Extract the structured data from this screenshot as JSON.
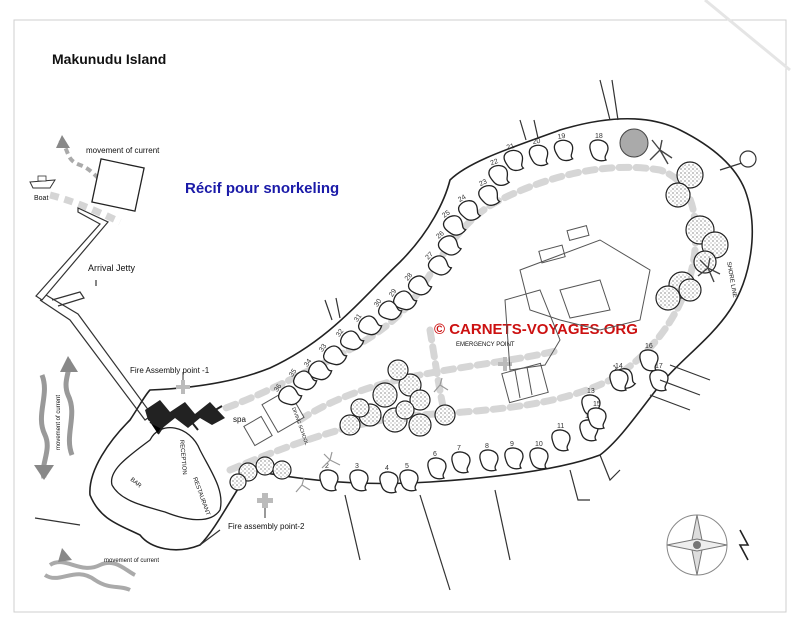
{
  "title": "Makunudu Island",
  "overlay_title": "Récif pour snorkeling",
  "watermark": "© CARNETS-VOYAGES.ORG",
  "labels": {
    "movement_top": "movement of current",
    "boat": "Boat",
    "arrival_jetty": "Arrival Jetty",
    "fire_1": "Fire Assembly point -1",
    "fire_2": "Fire assembly point-2",
    "spa": "spa",
    "emergency": "EMERGENCY POINT",
    "movement_left": "movement of current",
    "movement_bottom": "movement of current",
    "reception": "RECEPTION",
    "bar": "BAR",
    "restaurant": "RESTAURANT",
    "diving": "DIVING SCHOOL",
    "shore": "SHORE LINE"
  },
  "villas": [
    {
      "n": "1"
    },
    {
      "n": "2"
    },
    {
      "n": "3"
    },
    {
      "n": "4"
    },
    {
      "n": "5"
    },
    {
      "n": "6"
    },
    {
      "n": "7"
    },
    {
      "n": "8"
    },
    {
      "n": "9"
    },
    {
      "n": "10"
    },
    {
      "n": "11"
    },
    {
      "n": "12"
    },
    {
      "n": "13"
    },
    {
      "n": "14"
    },
    {
      "n": "15"
    },
    {
      "n": "16"
    },
    {
      "n": "17"
    },
    {
      "n": "18"
    },
    {
      "n": "19"
    },
    {
      "n": "20"
    },
    {
      "n": "21"
    },
    {
      "n": "22"
    },
    {
      "n": "23"
    },
    {
      "n": "24"
    },
    {
      "n": "25"
    },
    {
      "n": "26"
    },
    {
      "n": "27"
    },
    {
      "n": "28"
    },
    {
      "n": "29"
    },
    {
      "n": "30"
    },
    {
      "n": "31"
    },
    {
      "n": "32"
    },
    {
      "n": "33"
    },
    {
      "n": "34"
    },
    {
      "n": "35"
    },
    {
      "n": "36"
    }
  ],
  "colors": {
    "overlay_title": "#1a1aa8",
    "watermark": "#cc1111",
    "path": "#d6d6d6",
    "fire_cross": "#bbbbbb"
  },
  "icons": [
    "fire-assembly-cross-icon",
    "compass-rose-icon",
    "north-arrow-icon",
    "current-arrow-icon",
    "boat-icon",
    "palm-tree-icon"
  ]
}
